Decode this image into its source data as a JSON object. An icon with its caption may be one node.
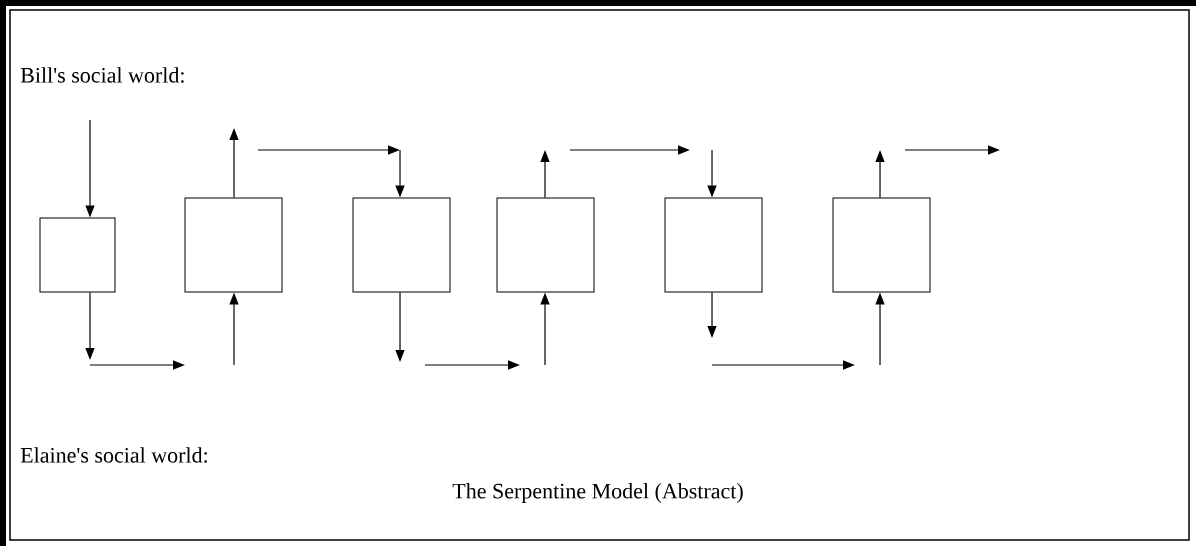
{
  "diagram": {
    "caption": "The Serpentine Model (Abstract)",
    "nodes": [
      {
        "text": [],
        "shape": "box"
      },
      {
        "text": [],
        "shape": "box"
      },
      {
        "text": [],
        "shape": "box"
      },
      {
        "text": [],
        "shape": "box"
      },
      {
        "text": [],
        "shape": "box"
      },
      {
        "text": [],
        "shape": "box"
      }
    ],
    "edges": [
      {
        "from": null,
        "to": 0,
        "arrow": "to"
      },
      {
        "from": 0,
        "to": null,
        "arrow": "to"
      },
      {
        "from": null,
        "to": 1,
        "arrow": "to"
      },
      {
        "from": 1,
        "to": null,
        "arrow": "to"
      },
      {
        "from": null,
        "to": 2,
        "arrow": "to"
      },
      {
        "from": 2,
        "to": null,
        "arrow": "to"
      },
      {
        "from": null,
        "to": 3,
        "arrow": "to"
      },
      {
        "from": 3,
        "to": null,
        "arrow": "to"
      },
      {
        "from": null,
        "to": 4,
        "arrow": "to"
      },
      {
        "from": 4,
        "to": null,
        "arrow": "to"
      },
      {
        "from": null,
        "to": 5,
        "arrow": "to"
      },
      {
        "from": 5,
        "to": null,
        "arrow": "to"
      }
    ],
    "labels": [
      "Bill's social world:",
      "Elaine's social world:"
    ]
  }
}
